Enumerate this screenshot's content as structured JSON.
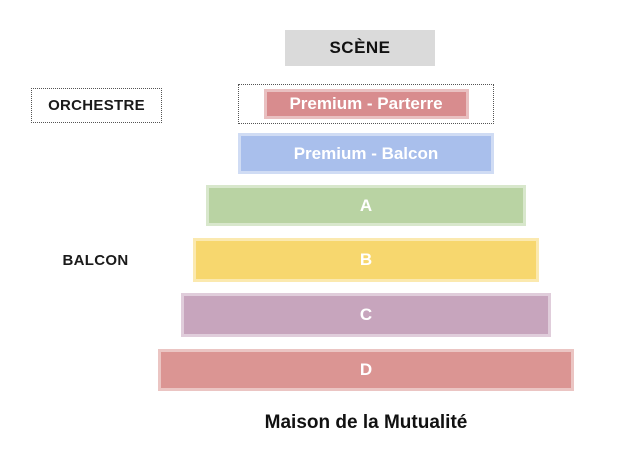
{
  "venue": {
    "name": "Maison de la Mutualité"
  },
  "stage": {
    "label": "SCÈNE",
    "bg_color": "#dadada"
  },
  "sections": {
    "orchestre": {
      "label": "ORCHESTRE"
    },
    "balcon": {
      "label": "BALCON"
    }
  },
  "zones": [
    {
      "id": "premium-parterre",
      "label": "Premium - Parterre",
      "color": "#d88c8e",
      "section": "ORCHESTRE"
    },
    {
      "id": "premium-balcon",
      "label": "Premium - Balcon",
      "color": "#a9bfec",
      "section": "BALCON"
    },
    {
      "id": "a",
      "label": "A",
      "color": "#b9d3a3",
      "section": "BALCON"
    },
    {
      "id": "b",
      "label": "B",
      "color": "#f7d76e",
      "section": "BALCON"
    },
    {
      "id": "c",
      "label": "C",
      "color": "#c7a5bd",
      "section": "BALCON"
    },
    {
      "id": "d",
      "label": "D",
      "color": "#db9593",
      "section": "BALCON"
    }
  ]
}
